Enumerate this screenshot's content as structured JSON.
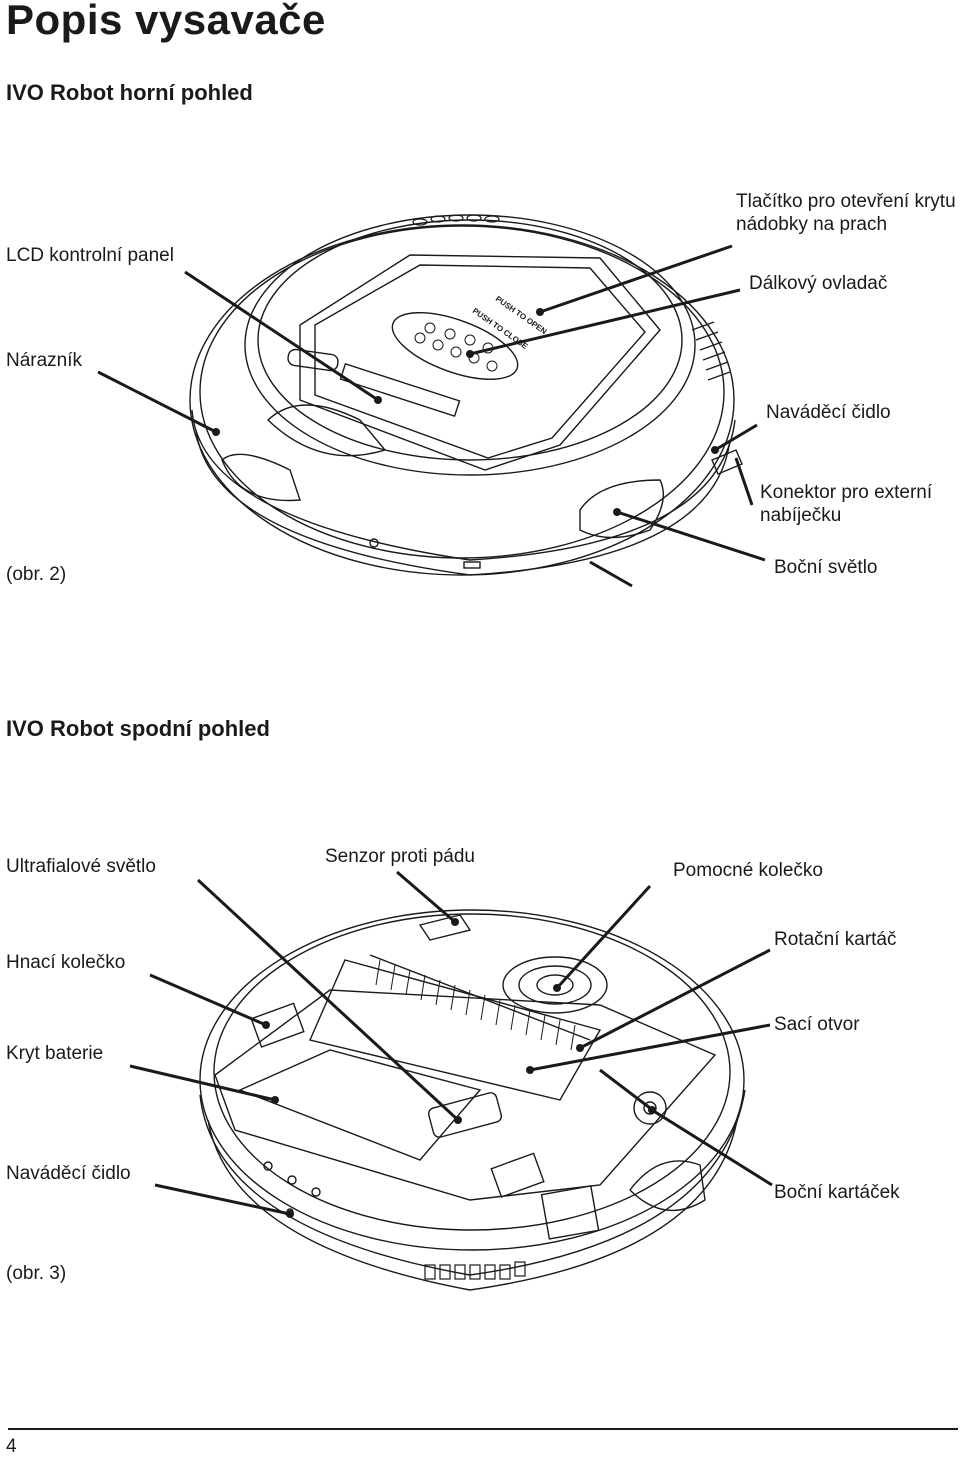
{
  "page": {
    "title": "Popis vysavače",
    "page_number": "4"
  },
  "top_view": {
    "heading": "IVO Robot horní pohled",
    "caption": "(obr. 2)",
    "labels": {
      "lcd_panel": "LCD kontrolní panel",
      "bumper": "Nárazník",
      "dust_button": "Tlačítko pro otevření krytu nádobky na prach",
      "remote": "Dálkový ovladač",
      "guide_sensor": "Naváděcí čidlo",
      "connector": "Konektor pro externí nabíječku",
      "side_light": "Boční světlo"
    },
    "lid_text": {
      "open": "PUSH TO OPEN",
      "close": "PUSH TO CLOSE"
    }
  },
  "bottom_view": {
    "heading": "IVO Robot spodní pohled",
    "caption": "(obr. 3)",
    "labels": {
      "uv_light": "Ultrafialové světlo",
      "fall_sensor": "Senzor proti pádu",
      "aux_wheel": "Pomocné kolečko",
      "drive_wheel": "Hnací kolečko",
      "rotary_brush": "Rotační kartáč",
      "battery_cover": "Kryt baterie",
      "suction": "Sací otvor",
      "guide_sensor": "Naváděcí čidlo",
      "side_brush": "Boční kartáček"
    }
  }
}
